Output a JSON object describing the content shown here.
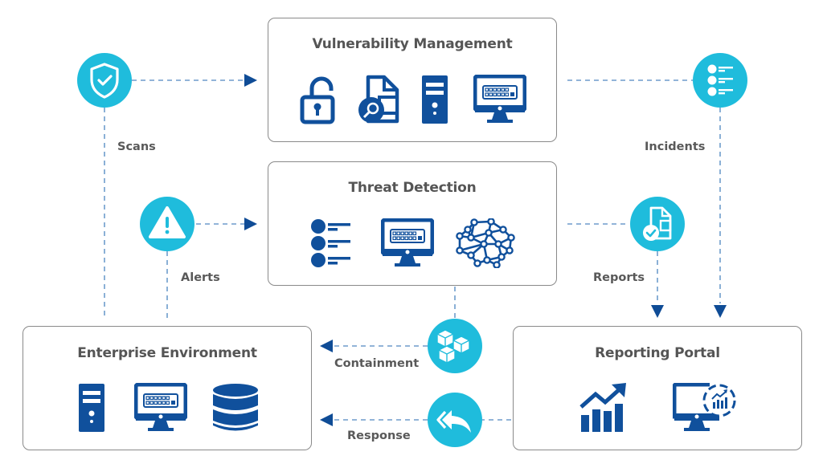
{
  "diagram": {
    "colors": {
      "node_fill": "#1fbcdc",
      "icon_blue": "#10509c",
      "connector": "#6e9ccc",
      "arrowhead": "#0f4c96",
      "box_border": "#8a8a8a",
      "title_text": "#555555"
    },
    "boxes": {
      "vulnerability_management": {
        "title": "Vulnerability Management",
        "icons": [
          "unlocked-padlock-icon",
          "document-search-icon",
          "server-tower-icon",
          "monitor-switch-icon"
        ]
      },
      "threat_detection": {
        "title": "Threat Detection",
        "icons": [
          "bullet-list-icon",
          "monitor-switch-icon",
          "neural-network-icon"
        ]
      },
      "enterprise_environment": {
        "title": "Enterprise Environment",
        "icons": [
          "server-tower-icon",
          "monitor-switch-icon",
          "database-icon"
        ]
      },
      "reporting_portal": {
        "title": "Reporting Portal",
        "icons": [
          "growth-chart-icon",
          "monitor-analytics-icon"
        ]
      }
    },
    "flows": {
      "scans": {
        "label": "Scans",
        "icon": "shield-check-icon"
      },
      "alerts": {
        "label": "Alerts",
        "icon": "warning-triangle-icon"
      },
      "incidents": {
        "label": "Incidents",
        "icon": "list-icon"
      },
      "reports": {
        "label": "Reports",
        "icon": "document-check-icon"
      },
      "containment": {
        "label": "Containment",
        "icon": "cubes-icon"
      },
      "response": {
        "label": "Response",
        "icon": "reply-arrow-icon"
      }
    }
  }
}
